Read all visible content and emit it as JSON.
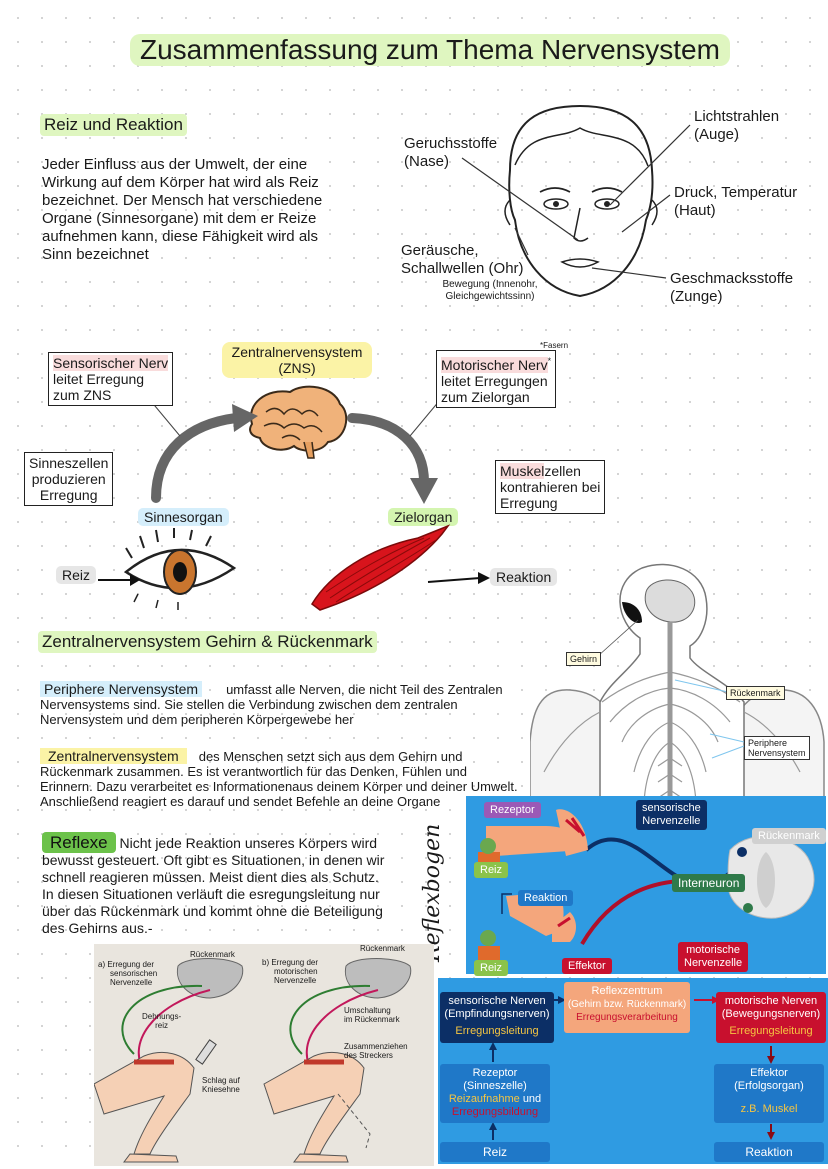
{
  "title": "Zusammenfassung zum Thema Nervensystem",
  "reiz": {
    "heading": "Reiz und Reaktion",
    "text_lines": [
      "Jeder Einfluss aus der Umwelt, der eine",
      "Wirkung auf dem Körper hat wird als Reiz",
      "bezeichnet. Der Mensch hat verschiedene",
      "Organe (Sinnesorgane) mit dem er Reize",
      "aufnehmen kann, diese Fähigkeit wird als",
      "Sinn bezeichnet"
    ]
  },
  "face": {
    "geruch": [
      "Geruchsstoffe",
      "(Nase)"
    ],
    "licht": [
      "Lichtstrahlen",
      "(Auge)"
    ],
    "druck": [
      "Druck, Temperatur",
      "(Haut)"
    ],
    "geraeusche": [
      "Geräusche,",
      "Schallwellen (Ohr)"
    ],
    "bewegung": [
      "Bewegung (Innenohr,",
      "Gleichgewichtssinn)"
    ],
    "geschmack": [
      "Geschmacksstoffe",
      "(Zunge)"
    ]
  },
  "pathway": {
    "zns": [
      "Zentralnervensystem",
      "(ZNS)"
    ],
    "sens_nerv": {
      "title": "Sensorischer Nerv",
      "lines": [
        "leitet Erregung",
        "zum ZNS"
      ]
    },
    "mot_nerv": {
      "title": "Motorischer Nerv",
      "star": "*",
      "lines": [
        "leitet Erregungen",
        "zum Zielorgan"
      ]
    },
    "fasern_note": "*Fasern",
    "sinneszellen": [
      "Sinneszellen",
      "produzieren",
      "Erregung"
    ],
    "muskel": {
      "highlight": "Muskel",
      "rest": "zellen",
      "lines": [
        "kontrahieren bei",
        "Erregung"
      ]
    },
    "sinnesorgan": "Sinnesorgan",
    "zielorgan": "Zielorgan",
    "reiz": "Reiz",
    "reaktion": "Reaktion"
  },
  "zns_section": {
    "heading": "Zentralnervensystem Gehirn & Rückenmark",
    "peripher_label": "Periphere Nervensystem",
    "peripher_text_first": "umfasst alle Nerven, die nicht Teil des Zentralen",
    "peripher_text_lines": [
      "Nervensystems sind. Sie stellen die Verbindung zwischen dem zentralen",
      "Nervensystem und dem peripheren Körpergewebe her"
    ],
    "zns_label": "Zentralnervensystem",
    "zns_text_first": "des Menschen setzt sich aus dem Gehirn und",
    "zns_text_lines": [
      "Rückenmark zusammen. Es ist verantwortlich für das Denken, Fühlen und",
      "Erinnern. Dazu verarbeitet es Informationenaus deinem Körper und deiner Umwelt.",
      "Anschließend reagiert es darauf und sendet Befehle an deine Organe"
    ],
    "body_labels": {
      "gehirn": "Gehirn",
      "rueckenmark": "Rückenmark",
      "peripher": [
        "Periphere",
        "Nervensystem"
      ]
    }
  },
  "reflexe": {
    "heading": "Reflexe",
    "first": "Nicht jede Reaktion unseres Körpers wird",
    "lines": [
      "bewusst gesteuert. Oft gibt es Situationen, in denen wir",
      "schnell reagieren müssen. Meist dient dies als Schutz.",
      "In diesen Situationen verläuft die esregungsleitung nur",
      "über das Rückenmark und kommt ohne die Beteiligung",
      "des Gehirns aus.-"
    ]
  },
  "reflexbogen": {
    "side_label": "Reflexbogen",
    "rezeptor": "Rezeptor",
    "sens_nerv": [
      "sensorische",
      "Nervenzelle"
    ],
    "rueckenmark": "Rückenmark",
    "reiz": "Reiz",
    "reaktion": "Reaktion",
    "interneuron": "Interneuron",
    "effektor": "Effektor",
    "mot_nerv": [
      "motorische",
      "Nervenzelle"
    ]
  },
  "scheme": {
    "sens": {
      "lines": [
        "sensorische Nerven",
        "(Empfindungsnerven)"
      ],
      "sub": "Erregungsleitung"
    },
    "zentrum": {
      "lines": [
        "Reflexzentrum",
        "(Gehirn bzw. Rückenmark)"
      ],
      "sub": "Erregungsverarbeitung"
    },
    "mot": {
      "lines": [
        "motorische Nerven",
        "(Bewegungsnerven)"
      ],
      "sub": "Erregungsleitung"
    },
    "rezeptor": {
      "lines": [
        "Rezeptor",
        "(Sinneszelle)"
      ],
      "sub1": "Reizaufnahme",
      "und": "und",
      "sub2": "Erregungsbildung"
    },
    "effektor": {
      "lines": [
        "Effektor",
        "(Erfolgsorgan)"
      ],
      "sub": "z.B. Muskel"
    },
    "reiz": "Reiz",
    "reaktion": "Reaktion"
  },
  "knee": {
    "a": [
      "a) Erregung der",
      "sensorischen",
      "Nervenzelle"
    ],
    "b": [
      "b) Erregung der",
      "motorischen",
      "Nervenzelle"
    ],
    "rueck_a": "Rückenmark",
    "rueck_b": "Rückenmark",
    "dehnung": [
      "Dehnungs-",
      "reiz"
    ],
    "schlag": [
      "Schlag auf",
      "Kniesehne"
    ],
    "umschaltung": [
      "Umschaltung",
      "im Rückenmark"
    ],
    "zusammen": [
      "Zusammenziehen",
      "des Streckers"
    ]
  },
  "colors": {
    "panel_blue": "#2f9be2",
    "dark_blue": "#0c2f66",
    "orange": "#f4a67c",
    "red": "#c8102e",
    "green_highlight": "#d4f5b0",
    "yellow_highlight": "#fbf3a6"
  }
}
